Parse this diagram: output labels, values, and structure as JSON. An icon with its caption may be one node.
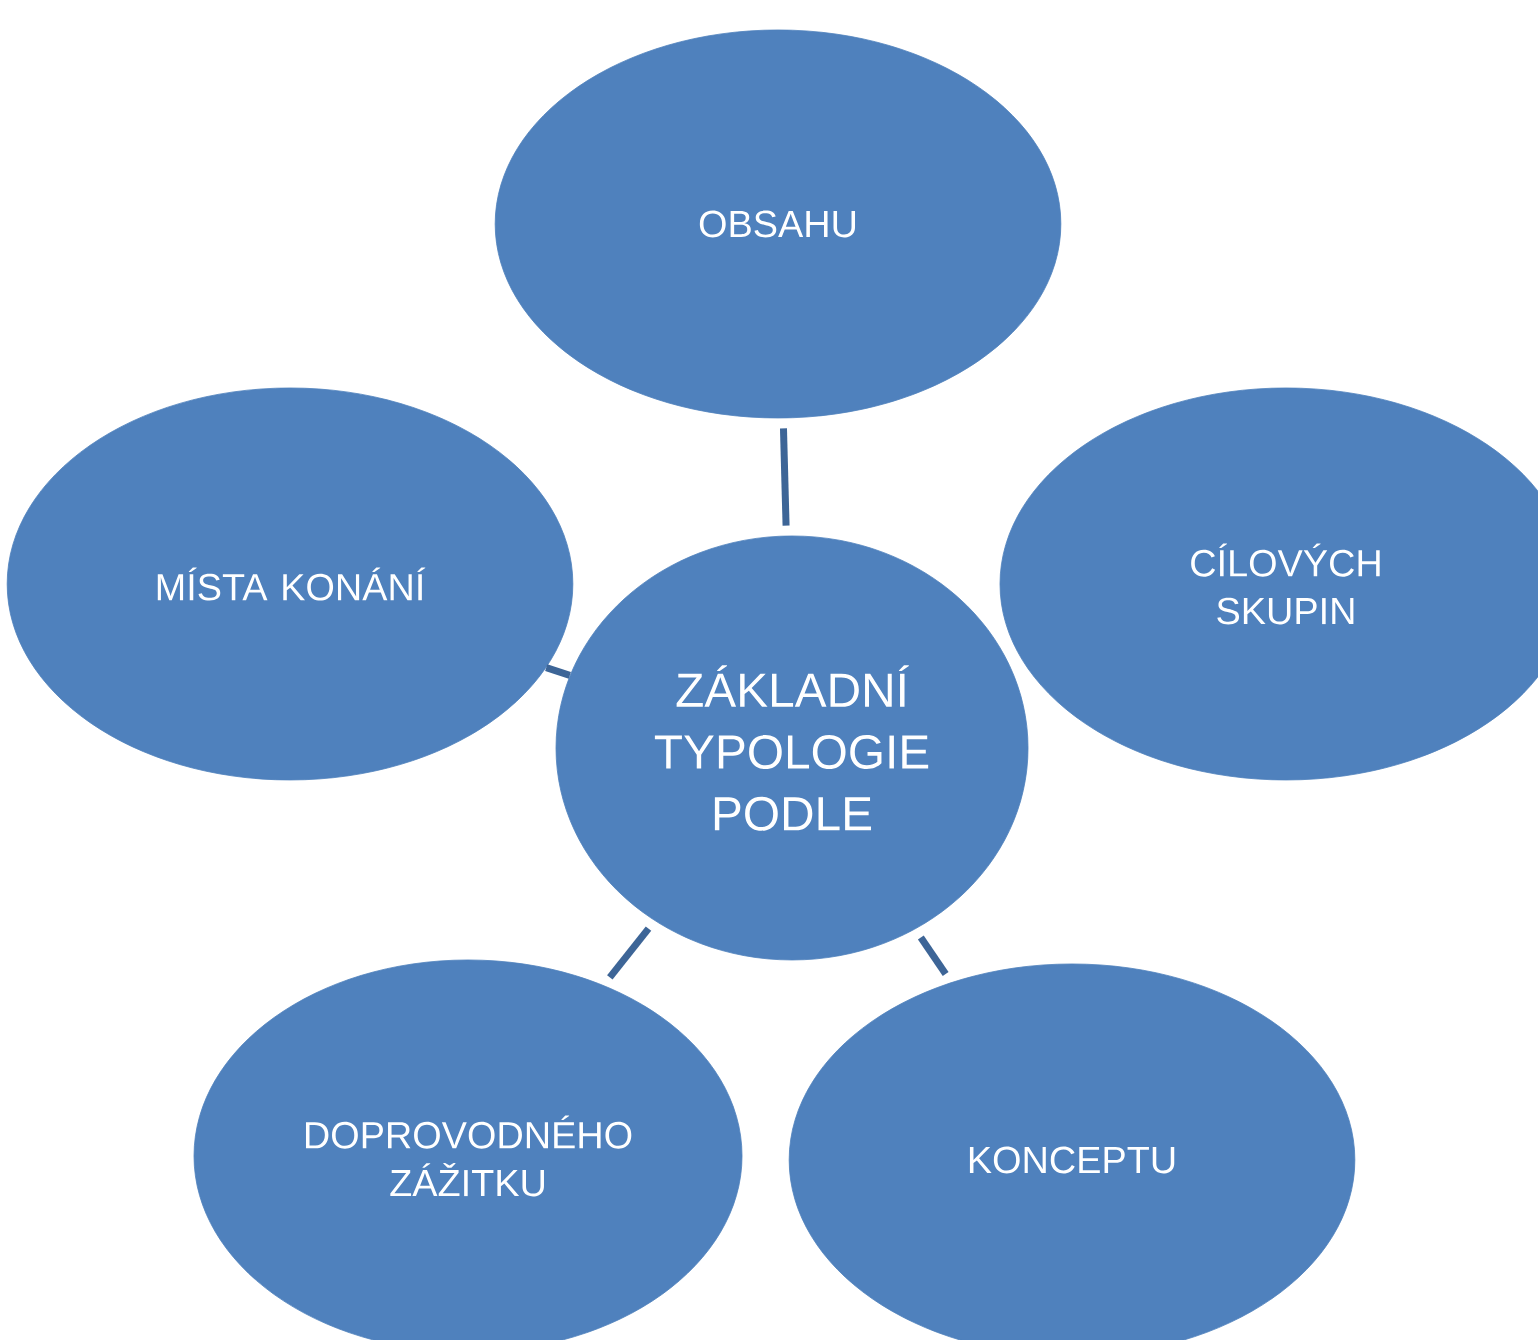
{
  "diagram": {
    "nodes": [
      {
        "text": [
          "ZÁKLADNÍ TYPOLOGIE PODLE"
        ]
      },
      {
        "text": [
          "OBSAHU"
        ]
      },
      {
        "text": [
          "CÍLOVÝCH SKUPIN"
        ]
      },
      {
        "text": [
          "MÍSTA KONÁNÍ"
        ]
      },
      {
        "text": [
          "DOPROVODNÉHO ZÁŽITKU"
        ]
      },
      {
        "text": [
          "KONCEPTU"
        ]
      }
    ],
    "edges": [
      {
        "from": 0,
        "to": 1,
        "arrow": "none"
      },
      {
        "from": 0,
        "to": 3,
        "arrow": "none"
      },
      {
        "from": 0,
        "to": 4,
        "arrow": "none"
      },
      {
        "from": 0,
        "to": 5,
        "arrow": "none"
      }
    ]
  }
}
